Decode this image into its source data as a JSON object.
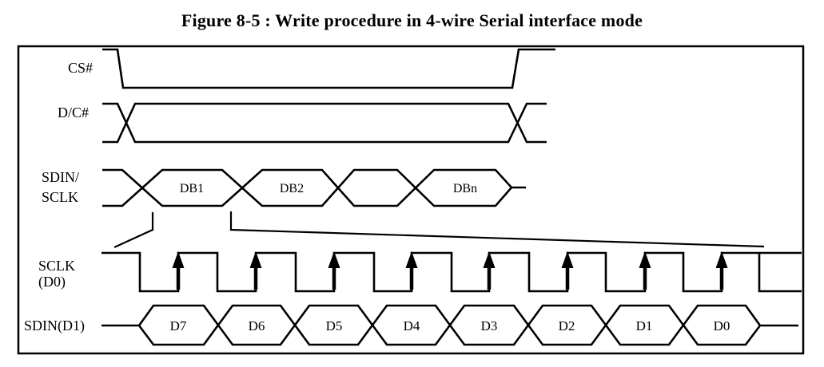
{
  "title": "Figure 8-5 : Write procedure in 4-wire Serial interface mode",
  "signals": {
    "cs": {
      "label": "CS#"
    },
    "dc": {
      "label": "D/C#"
    },
    "bus": {
      "label_line1": "SDIN/",
      "label_line2": "SCLK",
      "cells": [
        "DB1",
        "DB2",
        "",
        "DBn"
      ]
    },
    "clock": {
      "label_line1": "SCLK",
      "label_line2": "(D0)",
      "rising_edges": 8
    },
    "data": {
      "label": "SDIN(D1)",
      "bits": [
        "D7",
        "D6",
        "D5",
        "D4",
        "D3",
        "D2",
        "D1",
        "D0"
      ]
    }
  },
  "colors": {
    "line": "#000000",
    "background": "#ffffff"
  }
}
